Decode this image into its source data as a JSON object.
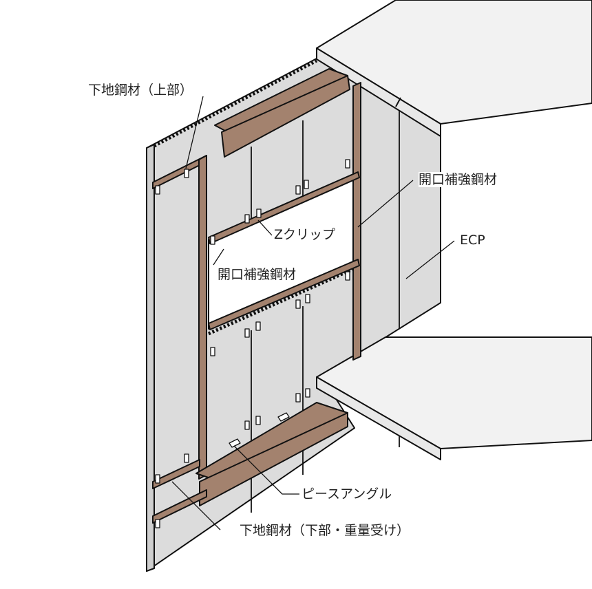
{
  "labels": {
    "upper_base_steel": "下地鋼材（上部）",
    "opening_reinforcement_right": "開口補強鋼材",
    "ecp": "ECP",
    "z_clip": "Zクリップ",
    "opening_reinforcement_left": "開口補強鋼材",
    "piece_angle": "ピースアングル",
    "lower_base_steel": "下地鋼材（下部・重量受け）"
  },
  "colors": {
    "panel": "#dcdcdc",
    "steel": "#a3826e",
    "slab": "#f2f2f2",
    "line": "#111111"
  }
}
